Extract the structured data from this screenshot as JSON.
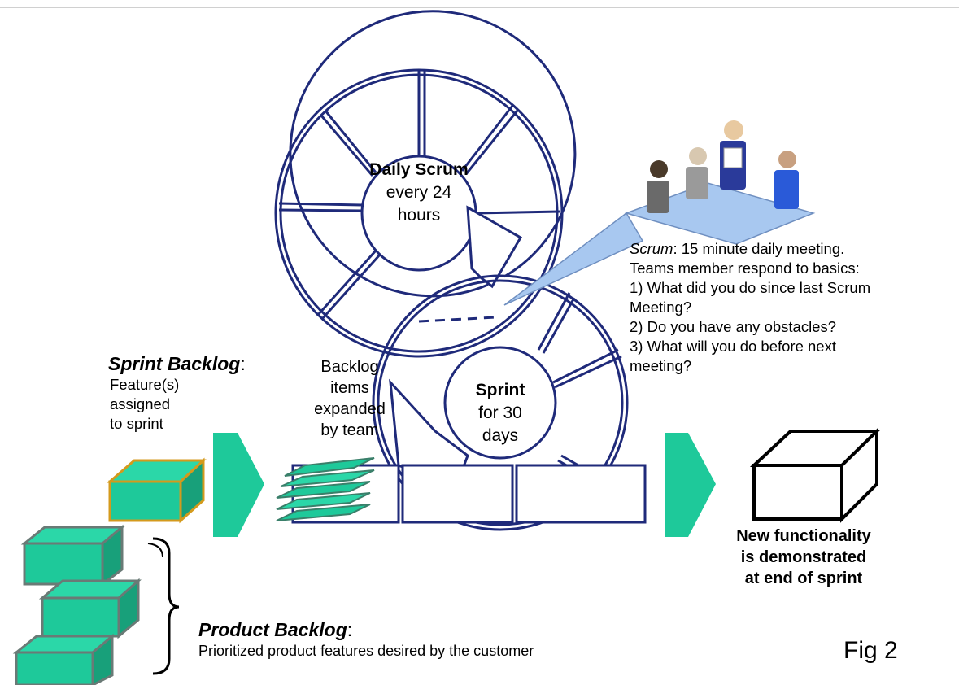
{
  "daily_scrum": {
    "title": "Daily Scrum",
    "line1": "every 24",
    "line2": "hours"
  },
  "sprint": {
    "title": "Sprint",
    "line1": "for 30",
    "line2": "days"
  },
  "scrum_note": {
    "term": "Scrum",
    "line1_rest": ": 15 minute daily meeting.",
    "line2": "Teams member respond to basics:",
    "line3": " 1) What did you do since last Scrum",
    "line4": "Meeting?",
    "line5": " 2) Do you have any obstacles?",
    "line6": " 3) What will you do before next",
    "line7": "meeting?"
  },
  "sprint_backlog": {
    "title": "Sprint Backlog",
    "colon": ":",
    "line1": "Feature(s)",
    "line2": "assigned",
    "line3": "to sprint"
  },
  "backlog_items": {
    "line1": "Backlog",
    "line2": "items",
    "line3": "expanded",
    "line4": "by team"
  },
  "product_backlog": {
    "title": "Product Backlog",
    "colon": ":",
    "description": "Prioritized product features desired by the customer"
  },
  "new_functionality": {
    "line1": "New functionality",
    "line2": "is demonstrated",
    "line3": "at end of sprint"
  },
  "figure_label": "Fig 2",
  "colors": {
    "ring": "#1f2a7a",
    "feature_fill": "#1ec99a",
    "feature_edge": "#3a7f6a",
    "sprint_edge": "#d49a1c",
    "callout": "#a8c8f0",
    "arrow": "#1ec99a"
  }
}
